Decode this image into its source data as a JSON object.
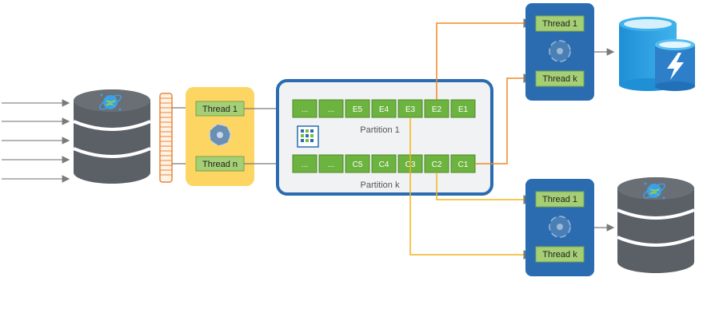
{
  "ingest_threads": [
    "Thread 1",
    "Thread n"
  ],
  "partitions": [
    {
      "label": "Partition 1",
      "cells": [
        "...",
        "...",
        "E5",
        "E4",
        "E3",
        "E2",
        "E1"
      ]
    },
    {
      "label": "Partition k",
      "cells": [
        "...",
        "...",
        "C5",
        "C4",
        "C3",
        "C2",
        "C1"
      ]
    }
  ],
  "consumer_top_threads": [
    "Thread 1",
    "Thread k"
  ],
  "consumer_bottom_threads": [
    "Thread 1",
    "Thread k"
  ],
  "colors": {
    "green_cell": "#6db33f",
    "green_thread": "#a5cf75",
    "orange_line": "#f08a24",
    "yellow_line": "#f2b51b",
    "blue_box": "#2b6cb0",
    "yellow_box": "#fcd563",
    "db_gray": "#5b5f66"
  },
  "icons": [
    "database-icon",
    "cosmos-icon",
    "queue-icon",
    "eventhub-icon",
    "azure-sql-icon"
  ]
}
